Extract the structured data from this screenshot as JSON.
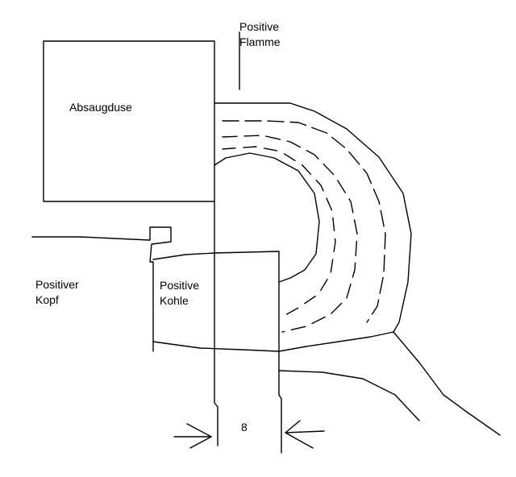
{
  "labels": {
    "flame": [
      "Positive",
      "Flamme"
    ],
    "nozzle": "Absaugduse",
    "head": [
      "Positiver",
      "Kopf"
    ],
    "coal": [
      "Positive",
      "Kohle"
    ],
    "gap": "8"
  }
}
